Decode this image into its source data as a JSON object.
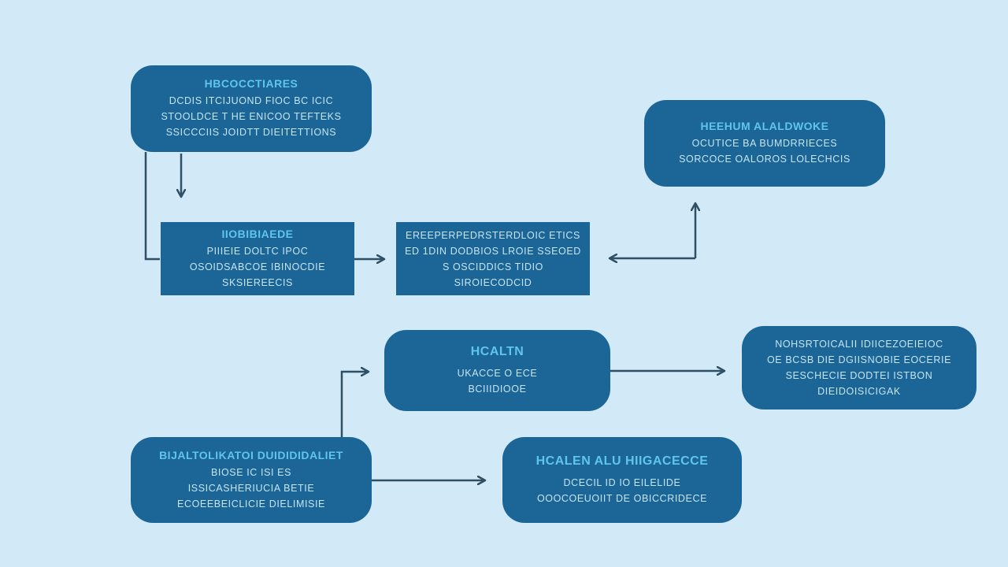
{
  "colors": {
    "background": "#d2e9f7",
    "node_fill": "#1b6697",
    "node_title": "#5fc6ea",
    "node_text": "#c6e4f4",
    "connector": "#2e4f64"
  },
  "nodes": {
    "n1": {
      "title": "HBCOCCTIARES",
      "lines": [
        "DCDIS ITCIJUOND FIOC BC ICIC",
        "STOOLDCE T HE ENICOO TEFTEKS",
        "SSICCCIIS JOIDTT DIEITETTIONS"
      ]
    },
    "n2": {
      "title": "HEEHUM ALALDWOKE",
      "lines": [
        "OCUTICE BA BUMDRRIECES",
        "SORCOCE OALOROS LOLECHCIS"
      ]
    },
    "n3": {
      "title": "IIOBIBIAEDE",
      "lines": [
        "PIIIEIE DOLTC IPOC",
        "OSOIDSABCOE IBINOCDIE",
        "SKSIEREECIS"
      ]
    },
    "n4": {
      "title": "",
      "lines": [
        "EREEPERPEDRSTERDLOIC ETICS",
        "ED 1DIN DODBIOS LROIE SSEOED",
        "S OSCIDDICS TIDIO",
        "SIROIECODCID"
      ]
    },
    "n5": {
      "title": "HCALTN",
      "lines": [
        "UKACCE O ECE",
        "BCIIIDIOOE"
      ]
    },
    "n6": {
      "title": "",
      "lines": [
        "NOHSRTOICALII IDIICEZOEIEIOC",
        "OE BCSB DIE DGIISNOBIE EOCERIE",
        "SESCHECIE DODTEI ISTBON",
        "DIEIDOISICIGAK"
      ]
    },
    "n7": {
      "title": "BIJALTOLIKATOI DUIDIDIDALIET",
      "lines": [
        "BIOSE IC ISI ES",
        "ISSICASHERIUCIA BETIE",
        "ECOEEBEICLICIE DIELIMISIE"
      ]
    },
    "n8": {
      "title": "HCALEN ALU HIIGACECCE",
      "lines": [
        "DCECIL ID IO EILELIDE",
        "OOOCOEUOIIT DE OBICCRIDECE"
      ]
    }
  }
}
